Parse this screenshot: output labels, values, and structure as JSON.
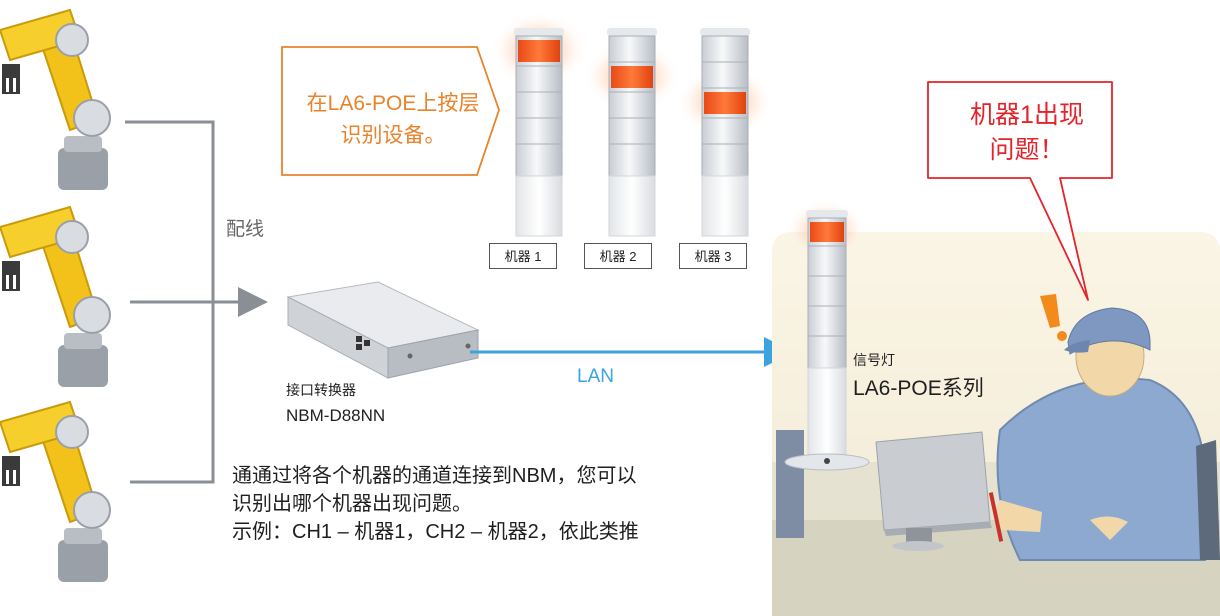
{
  "callout_left": {
    "line1": "在LA6-POE上按层",
    "line2": "识别设备。"
  },
  "callout_right": {
    "line1": "机器1出现",
    "line2": "问题！"
  },
  "wiring_label": "配线",
  "machine_labels": [
    "机器 1",
    "机器 2",
    "机器 3"
  ],
  "converter": {
    "label": "接口转换器",
    "model": "NBM-D88NN"
  },
  "lan_label": "LAN",
  "signal_light": {
    "label": "信号灯",
    "model": "LA6-POE系列"
  },
  "description": {
    "line1": "通通过将各个机器的通道连接到NBM，您可以",
    "line2": "识别出哪个机器出现问题。",
    "line3": "示例：CH1 – 机器1，CH2 – 机器2，依此类推"
  },
  "colors": {
    "accent_orange": "#e8832a",
    "alert_red": "#e4232b",
    "lan_blue": "#3aa3e0",
    "robot_yellow": "#f3c21a"
  }
}
